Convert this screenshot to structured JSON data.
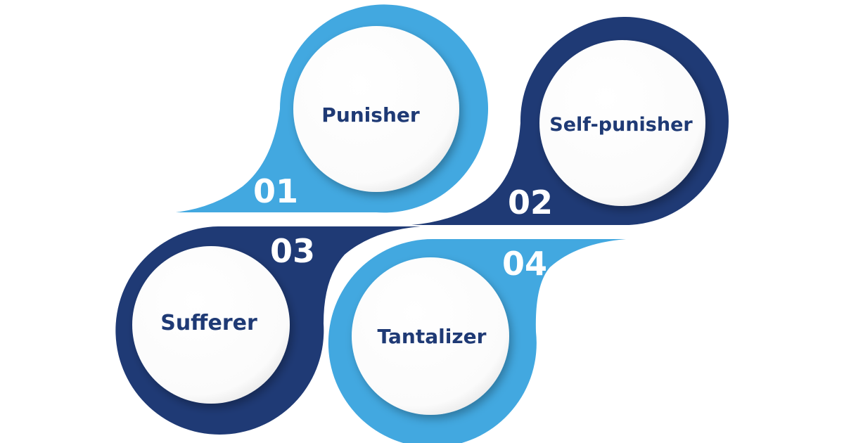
{
  "colors": {
    "light_blue": "#42a8e0",
    "dark_blue": "#1f3a75",
    "label_text": "#1f3a75",
    "number_text": "#ffffff",
    "inner_circle": "#ffffff"
  },
  "items": [
    {
      "number": "01",
      "label": "Punisher"
    },
    {
      "number": "02",
      "label": "Self-punisher"
    },
    {
      "number": "03",
      "label": "Sufferer"
    },
    {
      "number": "04",
      "label": "Tantalizer"
    }
  ]
}
